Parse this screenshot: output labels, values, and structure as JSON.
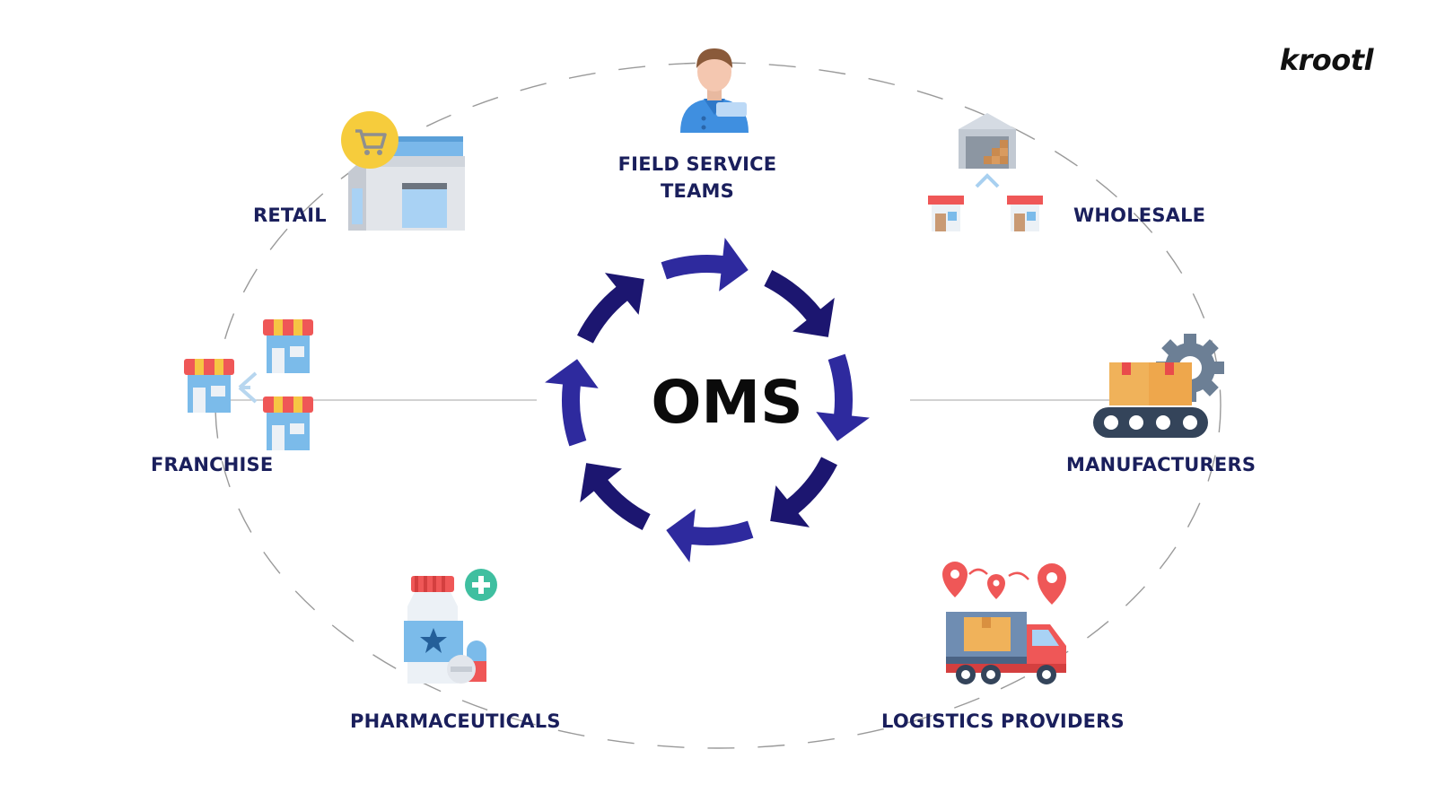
{
  "brand": {
    "logo_text": "krootl"
  },
  "center": {
    "title": "OMS"
  },
  "colors": {
    "label": "#1a1f5c",
    "arrow": "#2e2a9e",
    "arrow_dark": "#1c1670",
    "dashed_ring": "#9a9a9a",
    "connector": "#b8b8b8",
    "logo": "#111111",
    "logo_accent": "#6a35e0"
  },
  "segments": [
    {
      "id": "field-service-teams",
      "label": "FIELD SERVICE TEAMS",
      "lines": [
        "FIELD SERVICE",
        "TEAMS"
      ],
      "icon": "field-service-worker-icon"
    },
    {
      "id": "wholesale",
      "label": "WHOLESALE",
      "lines": [
        "WHOLESALE"
      ],
      "icon": "warehouse-distribution-icon"
    },
    {
      "id": "manufacturers",
      "label": "MANUFACTURERS",
      "lines": [
        "MANUFACTURERS"
      ],
      "icon": "conveyor-boxes-icon"
    },
    {
      "id": "logistics-providers",
      "label": "LOGISTICS PROVIDERS",
      "lines": [
        "LOGISTICS PROVIDERS"
      ],
      "icon": "delivery-truck-icon"
    },
    {
      "id": "pharmaceuticals",
      "label": "PHARMACEUTICALS",
      "lines": [
        "PHARMACEUTICALS"
      ],
      "icon": "medicine-bottle-icon"
    },
    {
      "id": "franchise",
      "label": "FRANCHISE",
      "lines": [
        "FRANCHISE"
      ],
      "icon": "franchise-stores-icon"
    },
    {
      "id": "retail",
      "label": "RETAIL",
      "lines": [
        "RETAIL"
      ],
      "icon": "retail-store-cart-icon"
    }
  ]
}
